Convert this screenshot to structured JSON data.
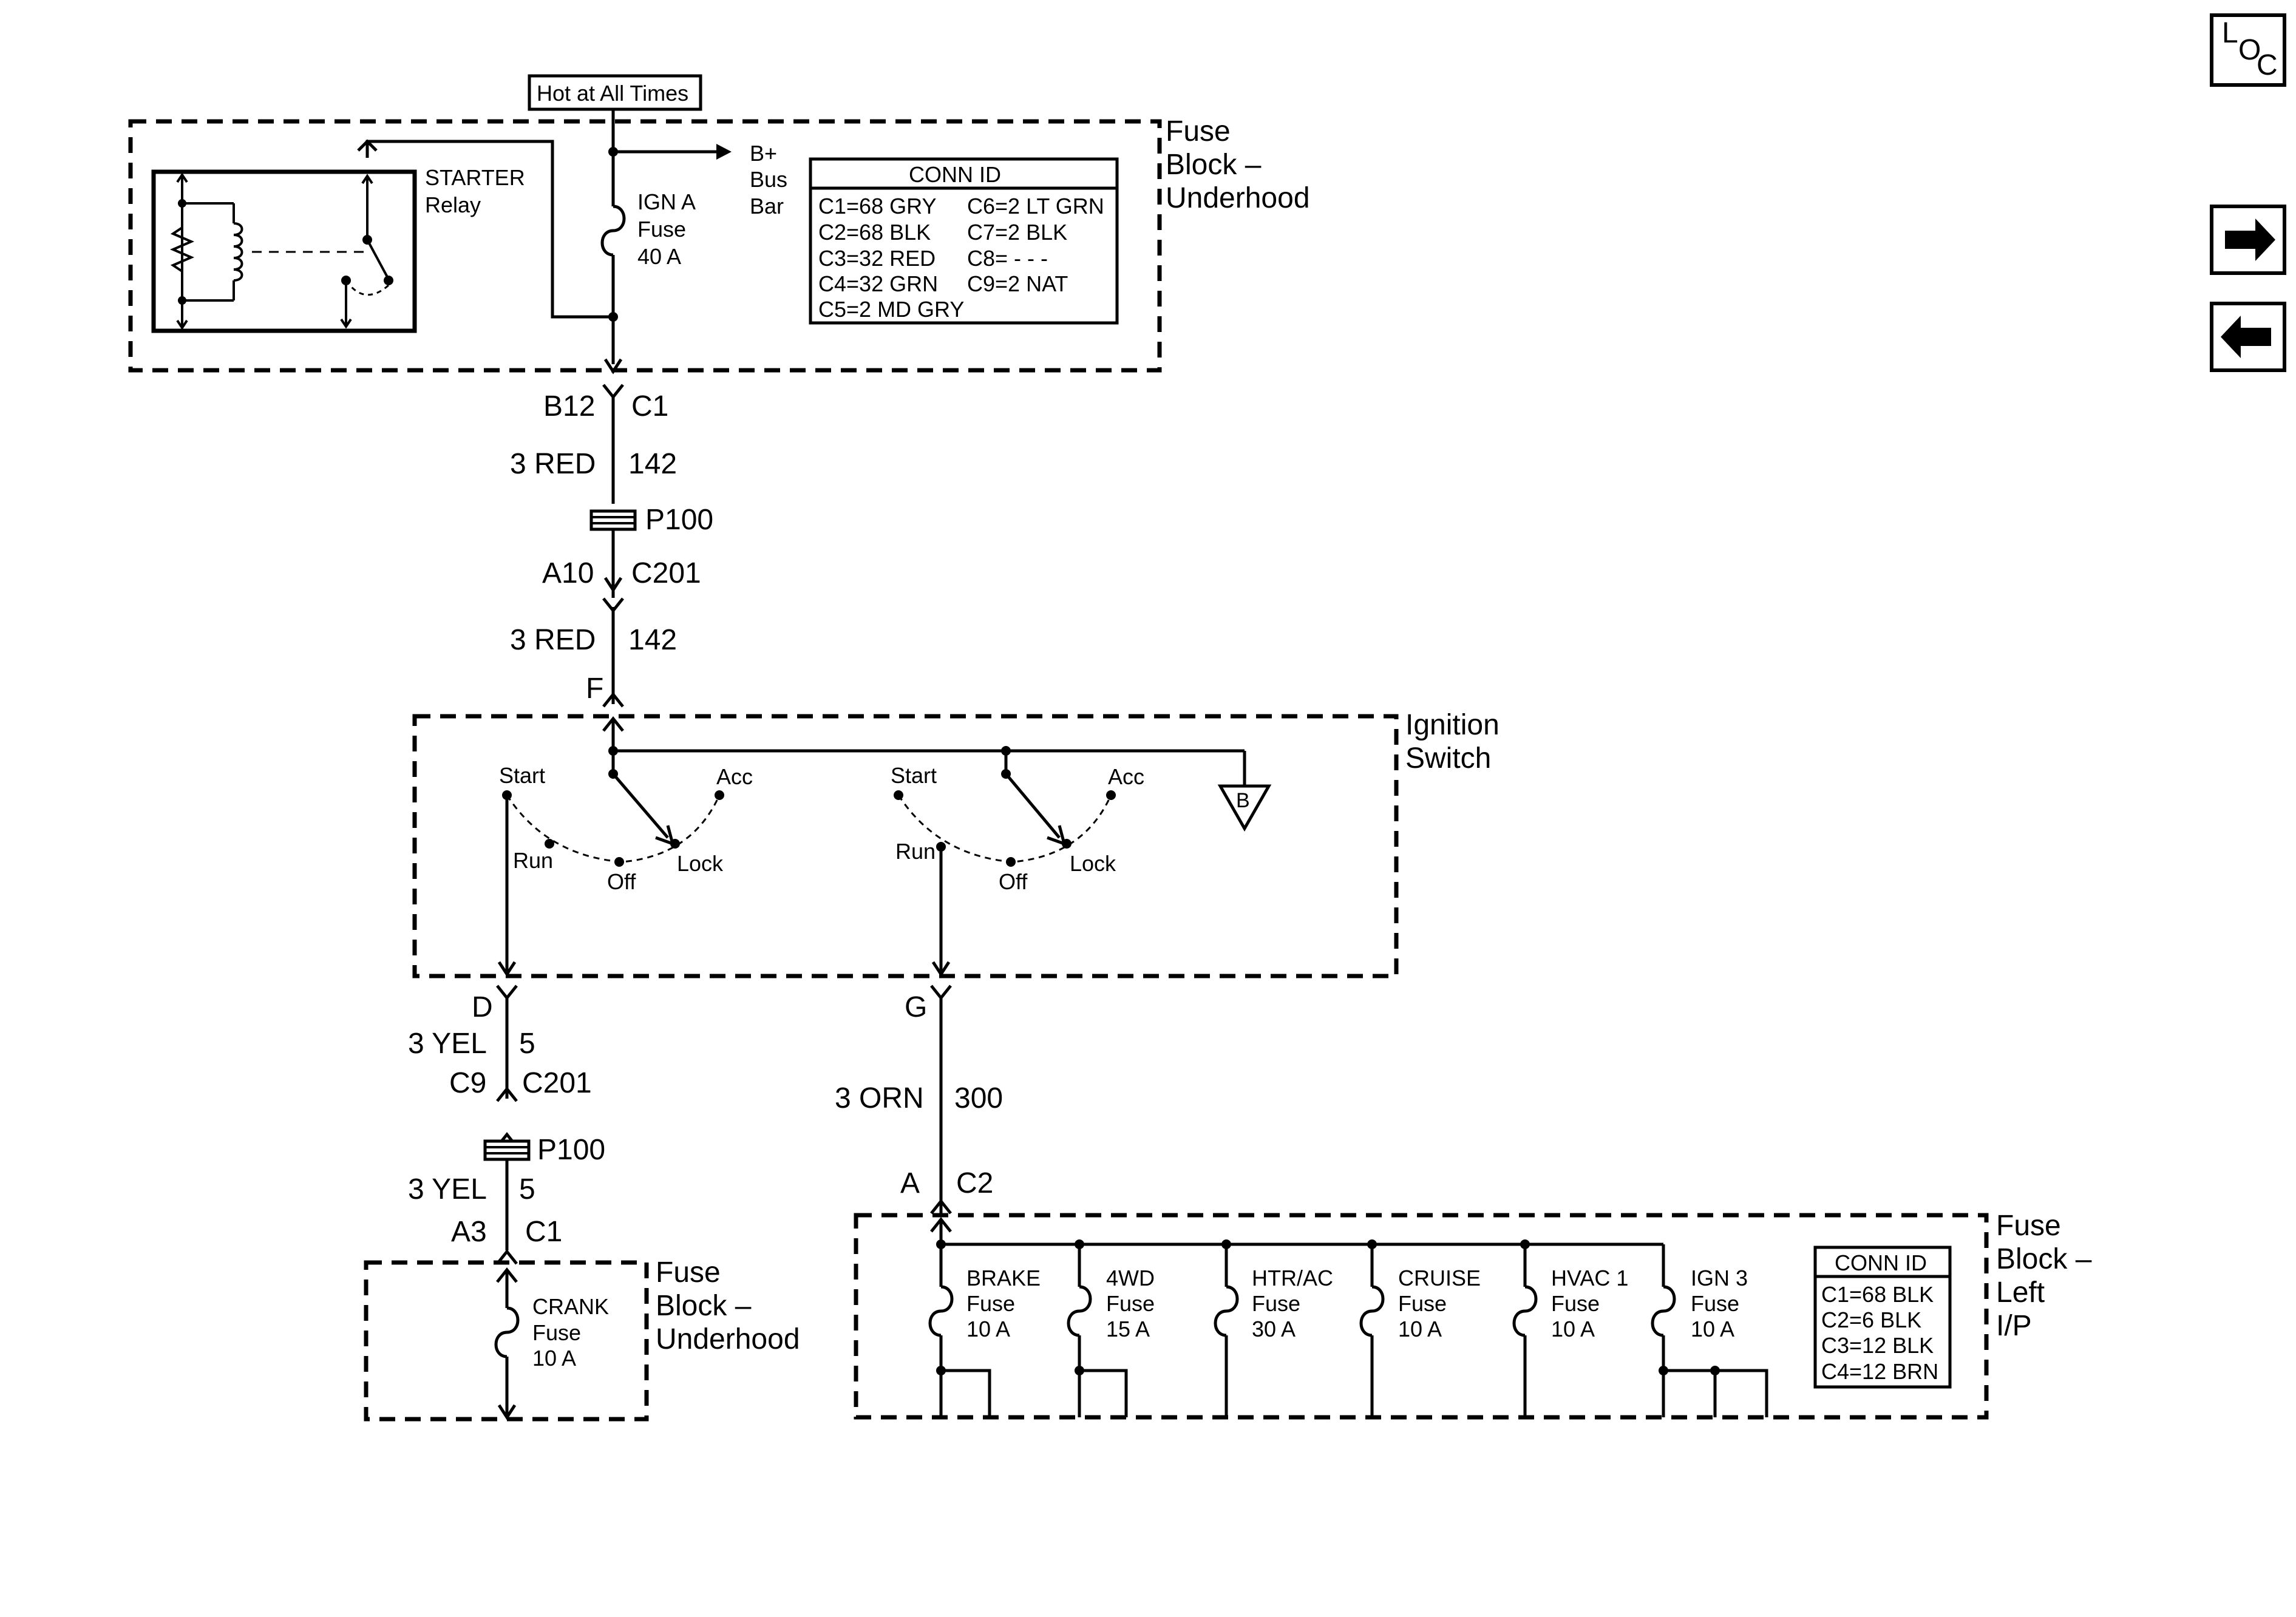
{
  "nav": {
    "loc_letters": [
      "L",
      "O",
      "C"
    ],
    "next_icon": "right-arrow-icon",
    "prev_icon": "left-arrow-icon"
  },
  "top": {
    "hot_label": "Hot at All Times",
    "fuse_block_title": [
      "Fuse",
      "Block –",
      "Underhood"
    ],
    "relay_label": [
      "STARTER",
      "Relay"
    ],
    "ign_a_fuse": [
      "IGN A",
      "Fuse",
      "40 A"
    ],
    "bus_bar": [
      "B+",
      "Bus",
      "Bar"
    ],
    "conn_id_title": "CONN ID",
    "conn_id_left": [
      "C1=68 GRY",
      "C2=68 BLK",
      "C3=32 RED",
      "C4=32 GRN",
      "C5=2 MD GRY"
    ],
    "conn_id_right": [
      "C6=2 LT GRN",
      "C7=2 BLK",
      "C8= - - -",
      "C9=2 NAT"
    ]
  },
  "wire_main": {
    "b12": "B12",
    "c1": "C1",
    "wire1_color": "3 RED",
    "wire1_num": "142",
    "p100": "P100",
    "a10": "A10",
    "c201": "C201",
    "wire2_color": "3 RED",
    "wire2_num": "142",
    "f": "F"
  },
  "ignition": {
    "title": [
      "Ignition",
      "Switch"
    ],
    "left": {
      "start": "Start",
      "acc": "Acc",
      "run": "Run",
      "off": "Off",
      "lock": "Lock"
    },
    "right": {
      "start": "Start",
      "acc": "Acc",
      "run": "Run",
      "off": "Off",
      "lock": "Lock"
    },
    "ground_ref": "B"
  },
  "crank_circuit": {
    "d": "D",
    "wire_color": "3 YEL",
    "wire_num": "5",
    "c9": "C9",
    "c201": "C201",
    "p100": "P100",
    "wire2_color": "3 YEL",
    "wire2_num": "5",
    "a3": "A3",
    "c1": "C1",
    "fuse": [
      "CRANK",
      "Fuse",
      "10 A"
    ],
    "block_title": [
      "Fuse",
      "Block –",
      "Underhood"
    ]
  },
  "run_circuit": {
    "g": "G",
    "wire_color": "3 ORN",
    "wire_num": "300",
    "a": "A",
    "c2": "C2"
  },
  "ip_block": {
    "title": [
      "Fuse",
      "Block –",
      "Left",
      "I/P"
    ],
    "fuses": [
      {
        "name": "BRAKE",
        "label": "Fuse",
        "rating": "10 A"
      },
      {
        "name": "4WD",
        "label": "Fuse",
        "rating": "15 A"
      },
      {
        "name": "HTR/AC",
        "label": "Fuse",
        "rating": "30 A"
      },
      {
        "name": "CRUISE",
        "label": "Fuse",
        "rating": "10 A"
      },
      {
        "name": "HVAC 1",
        "label": "Fuse",
        "rating": "10 A"
      },
      {
        "name": "IGN 3",
        "label": "Fuse",
        "rating": "10 A"
      }
    ],
    "conn_id_title": "CONN ID",
    "conn_id": [
      "C1=68 BLK",
      "C2=6 BLK",
      "C3=12 BLK",
      "C4=12 BRN"
    ]
  }
}
